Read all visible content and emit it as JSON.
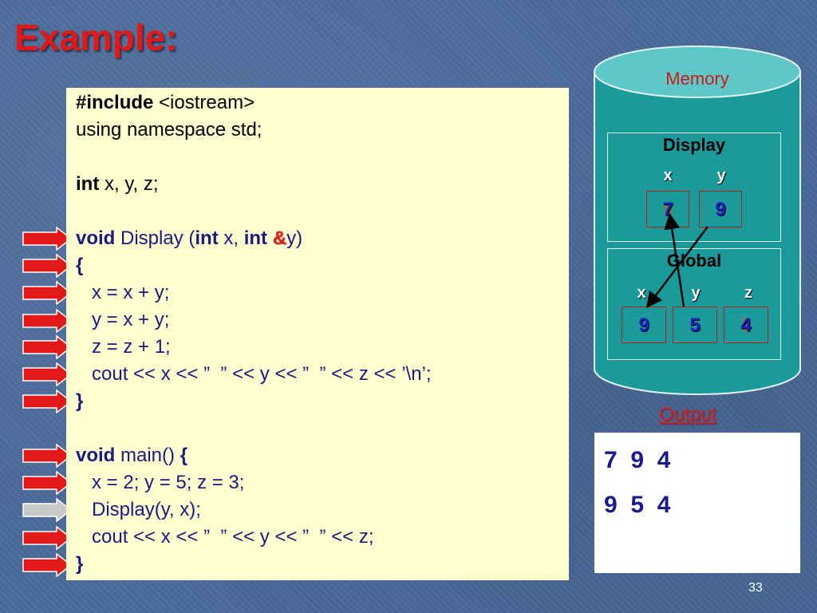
{
  "slide": {
    "title": "Example:",
    "page_number": "33"
  },
  "code": {
    "l1_kw": "#include",
    "l1_rest": " <iostream>",
    "l2": "using namespace std;",
    "l4_kw": "int",
    "l4_rest": " x, y, z;",
    "l6_void": "void",
    "l6_name": " Display (",
    "l6_int1": "int",
    "l6_x": " x, ",
    "l6_int2": "int",
    "l6_sp": " ",
    "l6_amp": "&",
    "l6_y": "y)",
    "l7": "{",
    "l8": "   x = x + y;",
    "l9": "   y = x + y;",
    "l10": "   z = z + 1;",
    "l11": "   cout << x << ”  ” << y << ”  ” << z << ’\\n’;",
    "l12": "}",
    "l14_void": "void",
    "l14_rest": " main() ",
    "l14_brace": "{",
    "l15": "   x = 2; y = 5; z = 3;",
    "l16": "   Display(y, x);",
    "l17": "   cout << x << ”  ” << y << ”  ” << z;",
    "l18": "}"
  },
  "memory": {
    "label": "Memory",
    "display": {
      "title": "Display",
      "x_label": "x",
      "y_label": "y",
      "x_value": "7",
      "x_old_value": "5",
      "y_value": "9"
    },
    "global": {
      "title": "Global",
      "x_label": "x",
      "y_label": "y",
      "z_label": "z",
      "x_value": "9",
      "y_value": "5",
      "z_value": "4",
      "z_old_value": "3"
    }
  },
  "output": {
    "label": "Output",
    "line1": "7  9  4",
    "line2": "9  5  4"
  },
  "colors": {
    "title": "#e31818",
    "code_bg": "#ffffd0",
    "code_text": "#1a1a80",
    "arrow_active": "#e31818",
    "arrow_current": "#c8c8c8",
    "memory_fill": "#1a9a9a",
    "memory_top": "#5ec8c8"
  }
}
